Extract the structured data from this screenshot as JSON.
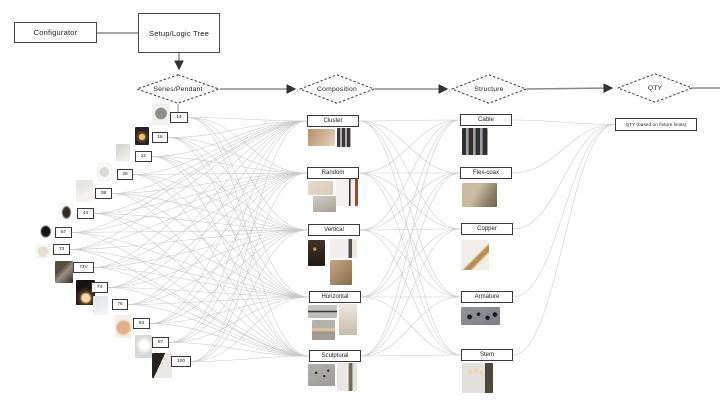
{
  "flow": {
    "configurator_label": "Configurator",
    "setup_label": "Setup/Logic Tree",
    "stages": [
      {
        "id": "series",
        "label": "Series/Pendant"
      },
      {
        "id": "composition",
        "label": "Composition"
      },
      {
        "id": "structure",
        "label": "Structure"
      },
      {
        "id": "qty",
        "label": "QTY"
      }
    ]
  },
  "pendants": [
    {
      "id": "p14",
      "label": "14"
    },
    {
      "id": "p16",
      "label": "16"
    },
    {
      "id": "p21",
      "label": "21"
    },
    {
      "id": "p28",
      "label": "28"
    },
    {
      "id": "p38",
      "label": "38"
    },
    {
      "id": "p44",
      "label": "44"
    },
    {
      "id": "p57",
      "label": "57"
    },
    {
      "id": "p73",
      "label": "73"
    },
    {
      "id": "p73v",
      "label": "73V"
    },
    {
      "id": "p74",
      "label": "74"
    },
    {
      "id": "p76",
      "label": "76"
    },
    {
      "id": "p84",
      "label": "84"
    },
    {
      "id": "p87",
      "label": "87"
    },
    {
      "id": "p100",
      "label": "100"
    }
  ],
  "compositions": [
    {
      "id": "cluster",
      "label": "Cluster"
    },
    {
      "id": "random",
      "label": "Random"
    },
    {
      "id": "vertical",
      "label": "Vertical"
    },
    {
      "id": "horizontal",
      "label": "Horizontal"
    },
    {
      "id": "sculptural",
      "label": "Sculptural"
    }
  ],
  "structures": [
    {
      "id": "cable",
      "label": "Cable"
    },
    {
      "id": "flex",
      "label": "Flex-coax"
    },
    {
      "id": "copper",
      "label": "Copper"
    },
    {
      "id": "armature",
      "label": "Armature"
    },
    {
      "id": "stem",
      "label": "Stem"
    }
  ],
  "qty_box": {
    "label": "QTY (based on fixture limits)"
  },
  "connections": {
    "pendants_to_compositions": "all",
    "compositions_to_structures": "all",
    "structures_to_qty_box": "all"
  },
  "colors": {
    "edge_line": "#c9c9c9",
    "flow_line": "#8a8a8a",
    "arrowhead": "#333333",
    "shape_border": "#3a3a3a",
    "background": "#ffffff"
  }
}
